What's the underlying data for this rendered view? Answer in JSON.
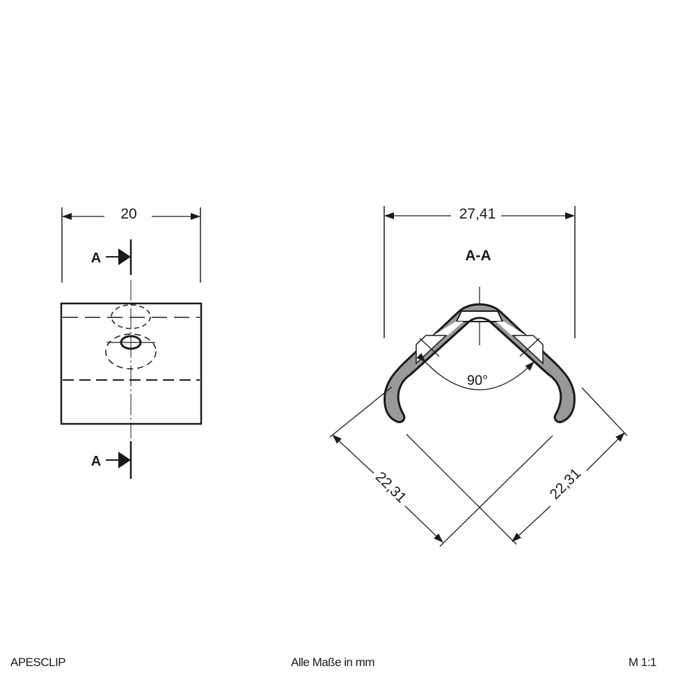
{
  "drawing": {
    "front_view": {
      "width_dimension": "20",
      "section_marker_top": "A",
      "section_marker_bottom": "A"
    },
    "section_view": {
      "title": "A-A",
      "width_dimension": "27,41",
      "angle": "90°",
      "left_leg_dimension": "22,31",
      "right_leg_dimension": "22,31"
    }
  },
  "footer": {
    "product_name": "APESCLIP",
    "units_note": "Alle Maße in mm",
    "scale": "M 1:1"
  },
  "colors": {
    "line": "#1a1a1a",
    "section_fill": "#999999",
    "background": "#ffffff"
  }
}
